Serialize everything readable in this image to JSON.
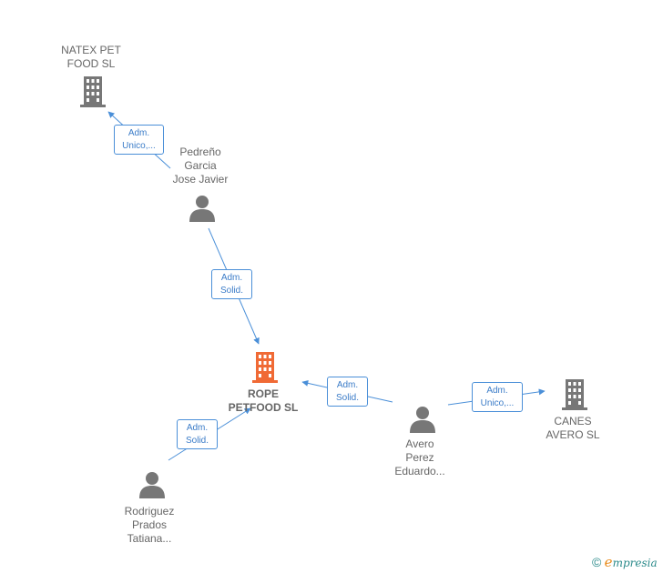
{
  "nodes": {
    "natex": {
      "label_line1": "NATEX PET",
      "label_line2": "FOOD  SL"
    },
    "pedreno": {
      "label_line1": "Pedreño",
      "label_line2": "Garcia",
      "label_line3": "Jose Javier"
    },
    "rope": {
      "label_line1": "ROPE",
      "label_line2": "PETFOOD  SL"
    },
    "avero": {
      "label_line1": "Avero",
      "label_line2": "Perez",
      "label_line3": "Eduardo..."
    },
    "canes": {
      "label_line1": "CANES",
      "label_line2": "AVERO  SL"
    },
    "rodriguez": {
      "label_line1": "Rodriguez",
      "label_line2": "Prados",
      "label_line3": "Tatiana..."
    }
  },
  "edges": {
    "pedreno_natex": {
      "line1": "Adm.",
      "line2": "Unico,..."
    },
    "pedreno_rope": {
      "line1": "Adm.",
      "line2": "Solid."
    },
    "avero_rope": {
      "line1": "Adm.",
      "line2": "Solid."
    },
    "avero_canes": {
      "line1": "Adm.",
      "line2": "Unico,..."
    },
    "rodriguez_rope": {
      "line1": "Adm.",
      "line2": "Solid."
    }
  },
  "colors": {
    "edge": "#4a8fd8",
    "building_main": "#f06a35",
    "building": "#777777",
    "person": "#777777"
  },
  "brand": {
    "copyright": "©",
    "e": "e",
    "rest": "mpresia"
  }
}
